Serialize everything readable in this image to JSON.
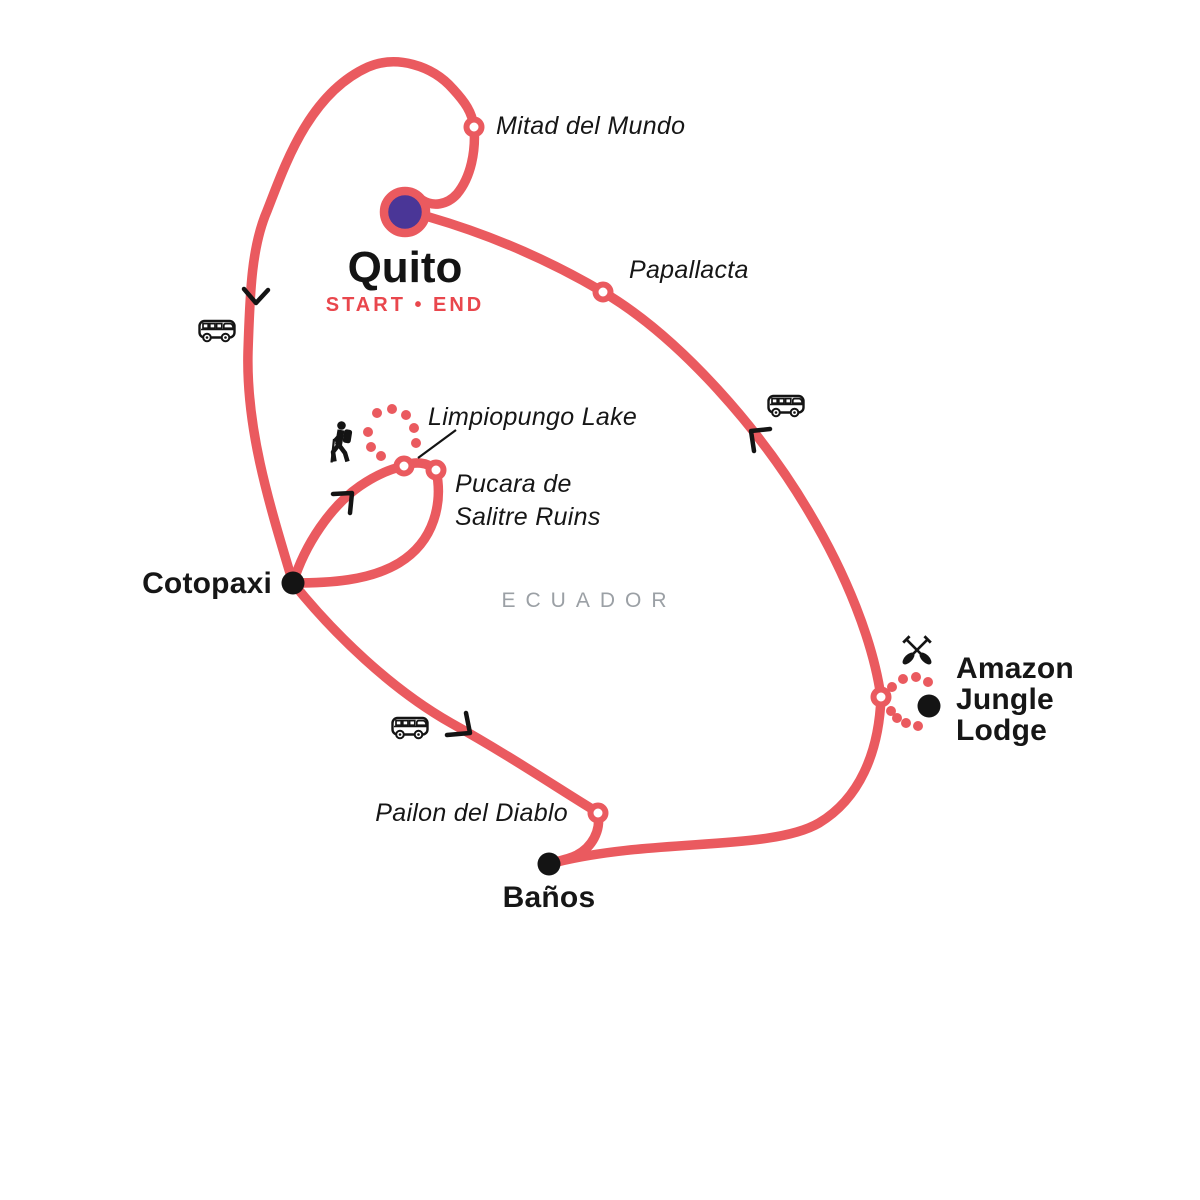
{
  "map": {
    "region_label": "ECUADOR",
    "labels": {
      "quito": "Quito",
      "start_end": "START • END",
      "mitad_del_mundo": "Mitad del Mundo",
      "papallacta": "Papallacta",
      "limpiopungo_lake": "Limpiopungo Lake",
      "pucara_line1": "Pucara de",
      "pucara_line2": "Salitre Ruins",
      "cotopaxi": "Cotopaxi",
      "pailon_del_diablo": "Pailon del Diablo",
      "banos": "Baños",
      "amazon_line1": "Amazon",
      "amazon_line2": "Jungle",
      "amazon_line3": "Lodge"
    },
    "colors": {
      "route": "#EA5A5F",
      "accent_text": "#E9474D",
      "start_dot": "#4A3697",
      "stop_dot": "#141414",
      "region_text": "#9BA0A5"
    },
    "icons": {
      "bus": "bus-icon",
      "hiker": "hiker-icon",
      "paddles": "crossed-paddles-icon",
      "direction": "direction-chevron-icon"
    },
    "marker_legend": {
      "start_end_marker": "purple filled circle with coral ring",
      "visited_stop": "black filled dot",
      "route_point": "white circle with coral ring",
      "excursion": "dotted coral circle"
    }
  }
}
